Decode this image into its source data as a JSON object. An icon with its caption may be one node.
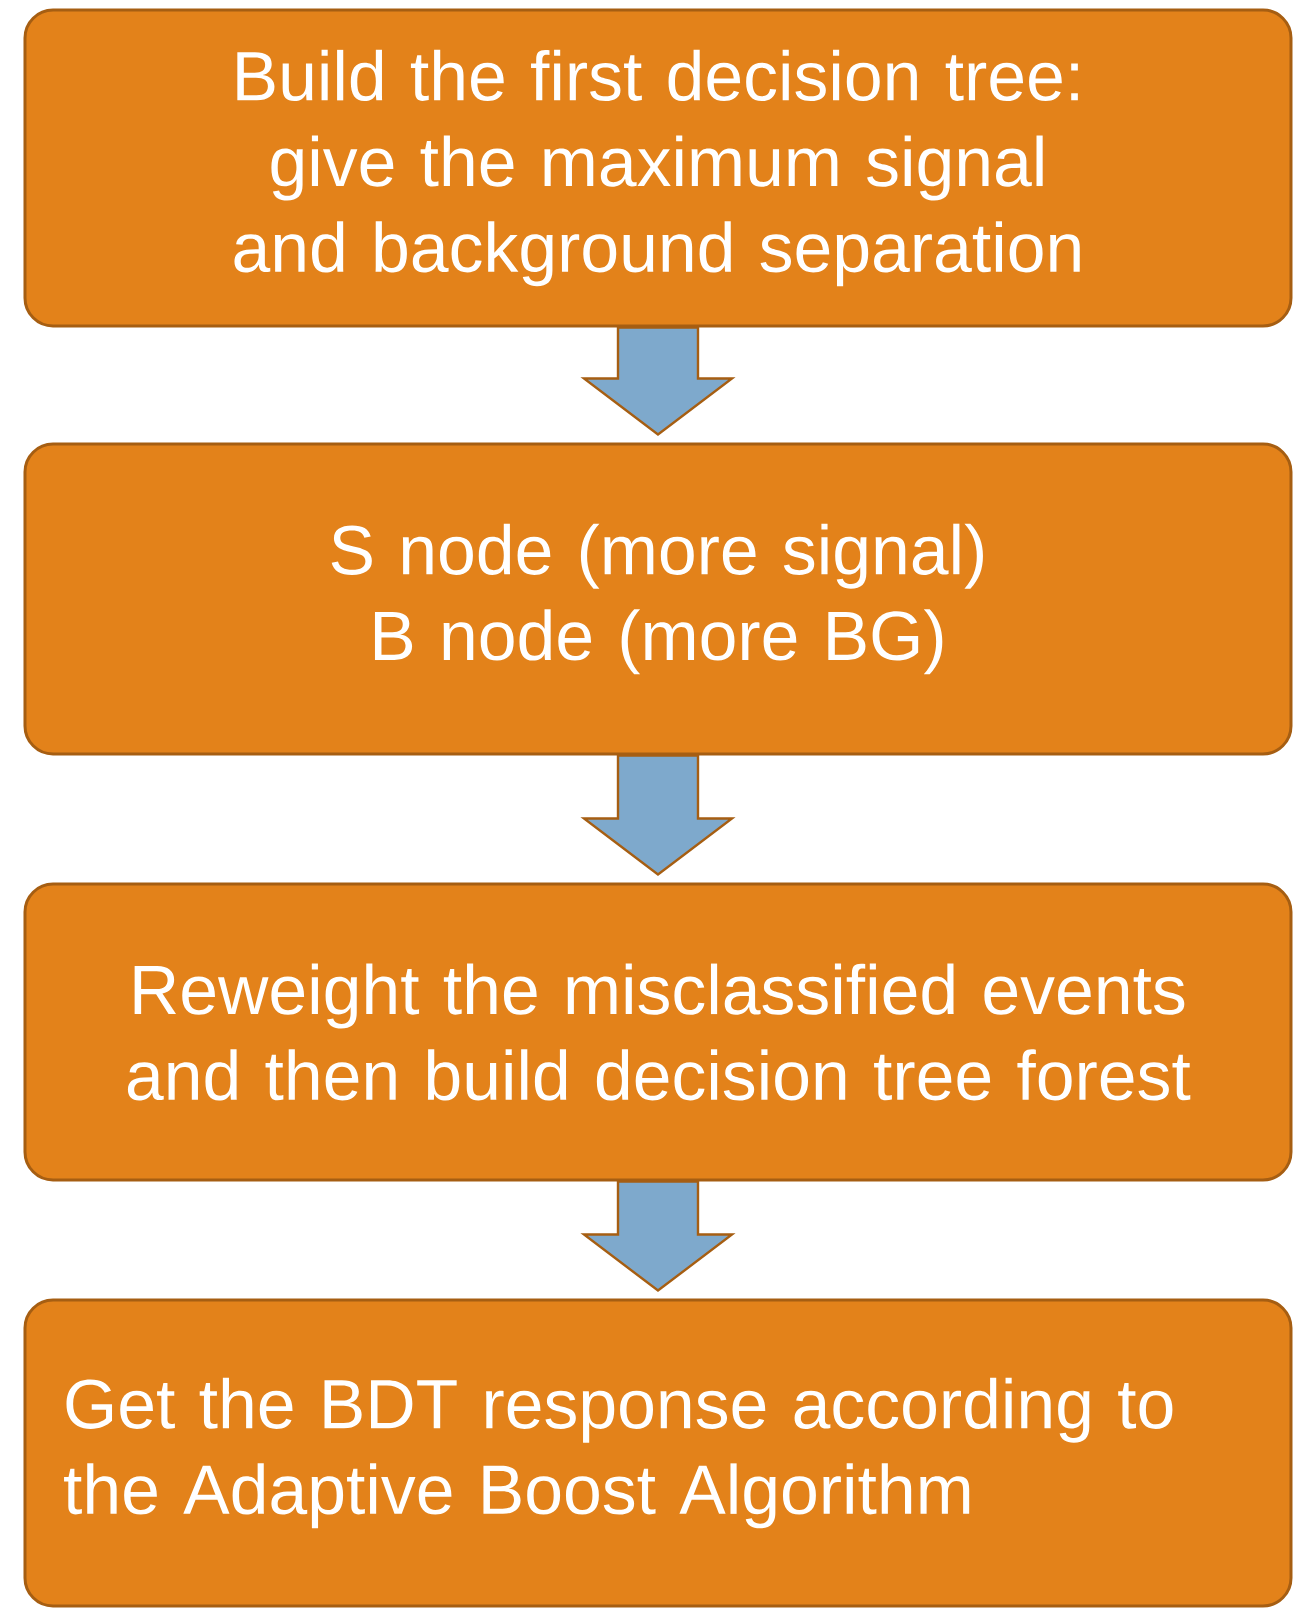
{
  "diagram": {
    "nodes": [
      {
        "text": [
          "Build the first decision tree: give the maximum signal and background separation"
        ]
      },
      {
        "text": [
          "S node (more signal) B node (more BG)"
        ]
      },
      {
        "text": [
          "Reweight the misclassified events and  then build decision tree forest"
        ]
      },
      {
        "text": [
          "Get the BDT response according to the Adaptive Boost Algorithm"
        ]
      }
    ],
    "edges": [
      {
        "from": 0,
        "to": 1,
        "arrow": "to"
      },
      {
        "from": 1,
        "to": 2,
        "arrow": "to"
      },
      {
        "from": 2,
        "to": 3,
        "arrow": "to"
      }
    ]
  }
}
